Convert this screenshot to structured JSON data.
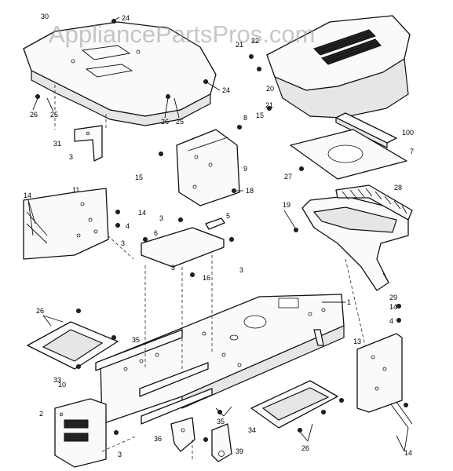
{
  "watermark": "AppliancePartsPros.com",
  "callouts": {
    "c30": "30",
    "c24a": "24",
    "c24b": "24",
    "c26a": "26",
    "c25a": "25",
    "c26b": "26",
    "c25b": "25",
    "c31": "31",
    "c3a": "3",
    "c8": "8",
    "c15a": "15",
    "c9": "9",
    "c18a": "18",
    "c21a": "21",
    "c22": "22",
    "c20": "20",
    "c21b": "21",
    "c15b": "15",
    "c100": "100",
    "c7": "7",
    "c27": "27",
    "c14a": "14",
    "c11": "11",
    "c14b": "14",
    "c4a": "4",
    "c3b": "3",
    "c6": "6",
    "c3c": "3",
    "c5": "5",
    "c3d": "3",
    "c3e": "3",
    "c16": "16",
    "c28": "28",
    "c19": "19",
    "c29": "29",
    "c1": "1",
    "c26c": "26",
    "c35a": "35",
    "c33": "33",
    "c10": "10",
    "c14c": "14",
    "c4b": "4",
    "c13": "13",
    "c2": "2",
    "c3f": "3",
    "c35b": "35",
    "c34": "34",
    "c36": "36",
    "c39": "39",
    "c26d": "26",
    "c14d": "14"
  }
}
